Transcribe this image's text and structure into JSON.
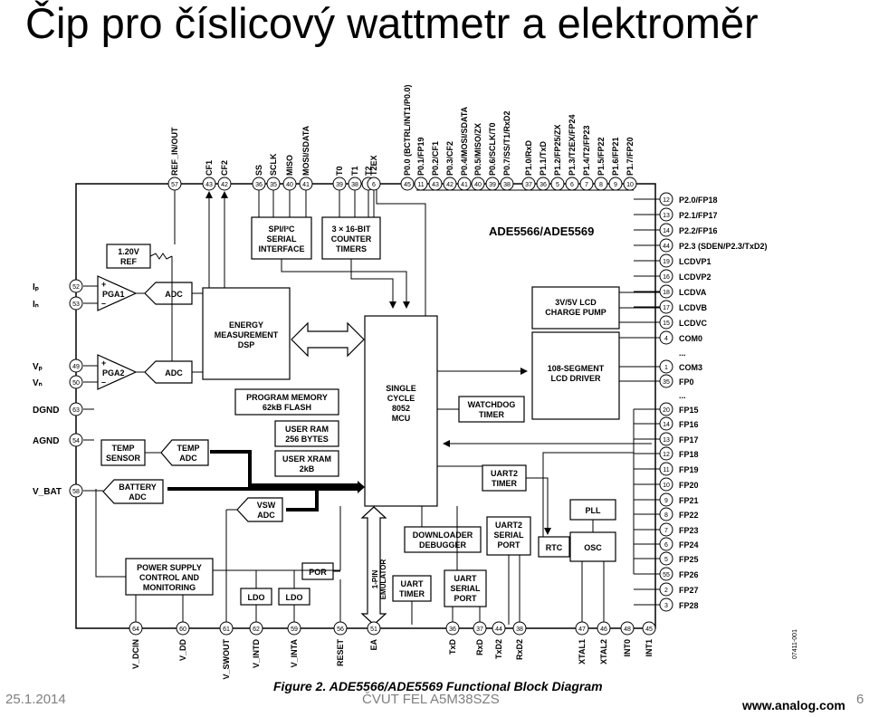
{
  "slide": {
    "title": "Čip pro číslicový wattmetr a elektroměr",
    "footer_date": "25.1.2014",
    "footer_center": "ČVUT FEL A5M38SZS",
    "page_number": "6",
    "web_credit": "www.analog.com"
  },
  "figure": {
    "caption": "Figure 2. ADE5566/ADE5569 Functional Block Diagram",
    "code": "07411-001",
    "chip_name": "ADE5566/ADE5569",
    "blocks": {
      "ref": [
        "1.20V",
        "REF"
      ],
      "pga1": "PGA1",
      "pga2": "PGA2",
      "adc1": "ADC",
      "adc2": "ADC",
      "energy": [
        "ENERGY",
        "MEASUREMENT",
        "DSP"
      ],
      "spi": [
        "SPI/I²C",
        "SERIAL",
        "INTERFACE"
      ],
      "timers": [
        "3 × 16-BIT",
        "COUNTER",
        "TIMERS"
      ],
      "prog_mem": [
        "PROGRAM MEMORY",
        "62kB FLASH"
      ],
      "user_ram": [
        "USER RAM",
        "256 BYTES"
      ],
      "user_xram": [
        "USER XRAM",
        "2kB"
      ],
      "mcu": [
        "SINGLE",
        "CYCLE",
        "8052",
        "MCU"
      ],
      "watchdog": [
        "WATCHDOG",
        "TIMER"
      ],
      "temp_sensor": [
        "TEMP",
        "SENSOR"
      ],
      "temp_adc": [
        "TEMP",
        "ADC"
      ],
      "battery_adc": [
        "BATTERY",
        "ADC"
      ],
      "vsw_adc": [
        "VSW",
        "ADC"
      ],
      "power_supply": [
        "POWER SUPPLY",
        "CONTROL AND",
        "MONITORING"
      ],
      "por": "POR",
      "ldo1": "LDO",
      "ldo2": "LDO",
      "emulator": [
        "1-PIN",
        "EMULATOR"
      ],
      "downloader": [
        "DOWNLOADER",
        "DEBUGGER"
      ],
      "uart_timer_1": [
        "UART",
        "TIMER"
      ],
      "uart_port_1": [
        "UART",
        "SERIAL",
        "PORT"
      ],
      "uart2_timer": [
        "UART2",
        "TIMER"
      ],
      "uart2_port": [
        "UART2",
        "SERIAL",
        "PORT"
      ],
      "rtc": "RTC",
      "pll": "PLL",
      "osc": "OSC",
      "lcd_pump": [
        "3V/5V LCD",
        "CHARGE PUMP"
      ],
      "lcd_driver": [
        "108-SEGMENT",
        "LCD DRIVER"
      ]
    },
    "left_pins": [
      {
        "name": "Iₚ",
        "num": "52"
      },
      {
        "name": "Iₙ",
        "num": "53"
      },
      {
        "name": "Vₚ",
        "num": "49"
      },
      {
        "name": "Vₙ",
        "num": "50"
      },
      {
        "name": "DGND",
        "num": "63"
      },
      {
        "name": "AGND",
        "num": "54"
      },
      {
        "name": "V_BAT",
        "num": "58"
      }
    ],
    "top_pins": [
      {
        "name": "REF_IN/OUT",
        "num": "57"
      },
      {
        "name": "CF1",
        "num": "43"
      },
      {
        "name": "CF2",
        "num": "42"
      },
      {
        "name": "SS",
        "num": "36"
      },
      {
        "name": "SCLK",
        "num": "35"
      },
      {
        "name": "MISO",
        "num": "40"
      },
      {
        "name": "MOSI/SDATA",
        "num": "41"
      },
      {
        "name": "T0",
        "num": "39"
      },
      {
        "name": "T1",
        "num": "38"
      },
      {
        "name": "T2",
        "num": "7"
      },
      {
        "name": "T2EX",
        "num": "6"
      },
      {
        "name": "P0.0 (BCTRL/INT1/P0.0)",
        "num": "45"
      },
      {
        "name": "P0.1/FP19",
        "num": "11"
      },
      {
        "name": "P0.2/CF1",
        "num": "43"
      },
      {
        "name": "P0.3/CF2",
        "num": "42"
      },
      {
        "name": "P0.4/MOSI/SDATA",
        "num": "41"
      },
      {
        "name": "P0.5/MISO/ZX",
        "num": "40"
      },
      {
        "name": "P0.6/SCLK/T0",
        "num": "39"
      },
      {
        "name": "P0.7/SS/T1/RxD2",
        "num": "38"
      },
      {
        "name": "P1.0/RxD",
        "num": "37"
      },
      {
        "name": "P1.1/TxD",
        "num": "36"
      },
      {
        "name": "P1.2/FP25/ZX",
        "num": "5"
      },
      {
        "name": "P1.3/T2EX/FP24",
        "num": "6"
      },
      {
        "name": "P1.4/T2/FP23",
        "num": "7"
      },
      {
        "name": "P1.5/FP22",
        "num": "8"
      },
      {
        "name": "P1.6/FP21",
        "num": "9"
      },
      {
        "name": "P1.7/FP20",
        "num": "10"
      }
    ],
    "right_pins": [
      {
        "name": "P2.0/FP18",
        "num": "12"
      },
      {
        "name": "P2.1/FP17",
        "num": "13"
      },
      {
        "name": "P2.2/FP16",
        "num": "14"
      },
      {
        "name": "P2.3 (SDEN/P2.3/TxD2)",
        "num": "44"
      },
      {
        "name": "LCDVP1",
        "num": "19"
      },
      {
        "name": "LCDVP2",
        "num": "16"
      },
      {
        "name": "LCDVA",
        "num": "18"
      },
      {
        "name": "LCDVB",
        "num": "17"
      },
      {
        "name": "LCDVC",
        "num": "15"
      },
      {
        "name": "COM0",
        "num": "4"
      },
      {
        "name": "...",
        "num": ""
      },
      {
        "name": "COM3",
        "num": "1"
      },
      {
        "name": "FP0",
        "num": "35"
      },
      {
        "name": "...",
        "num": ""
      },
      {
        "name": "FP15",
        "num": "20"
      },
      {
        "name": "FP16",
        "num": "14"
      },
      {
        "name": "FP17",
        "num": "13"
      },
      {
        "name": "FP18",
        "num": "12"
      },
      {
        "name": "FP19",
        "num": "11"
      },
      {
        "name": "FP20",
        "num": "10"
      },
      {
        "name": "FP21",
        "num": "9"
      },
      {
        "name": "FP22",
        "num": "8"
      },
      {
        "name": "FP23",
        "num": "7"
      },
      {
        "name": "FP24",
        "num": "6"
      },
      {
        "name": "FP25",
        "num": "5"
      },
      {
        "name": "FP26",
        "num": "55"
      },
      {
        "name": "FP27",
        "num": "2"
      },
      {
        "name": "FP28",
        "num": "3"
      }
    ],
    "bottom_pins": [
      {
        "name": "V_DCIN",
        "num": "64"
      },
      {
        "name": "V_DD",
        "num": "60"
      },
      {
        "name": "V_SWOUT",
        "num": "61"
      },
      {
        "name": "V_INTD",
        "num": "62"
      },
      {
        "name": "V_INTA",
        "num": "59"
      },
      {
        "name": "RESET",
        "num": "56"
      },
      {
        "name": "EA",
        "num": "51"
      },
      {
        "name": "TxD",
        "num": "36"
      },
      {
        "name": "RxD",
        "num": "37"
      },
      {
        "name": "TxD2",
        "num": "44"
      },
      {
        "name": "RxD2",
        "num": "38"
      },
      {
        "name": "XTAL1",
        "num": "47"
      },
      {
        "name": "XTAL2",
        "num": "46"
      },
      {
        "name": "INT0",
        "num": "48"
      },
      {
        "name": "INT1",
        "num": "45"
      }
    ]
  }
}
